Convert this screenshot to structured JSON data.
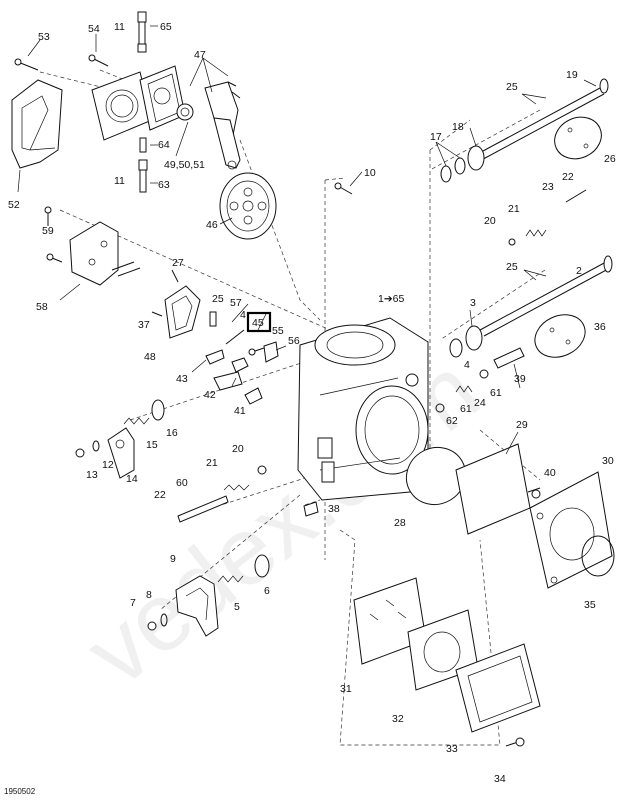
{
  "diagram": {
    "reference": "1950502",
    "watermark": "vedex.com",
    "highlighted_callout": "45",
    "callouts": [
      {
        "id": "c53",
        "text": "53"
      },
      {
        "id": "c54",
        "text": "54"
      },
      {
        "id": "c11a",
        "text": "11"
      },
      {
        "id": "c65",
        "text": "65"
      },
      {
        "id": "c47",
        "text": "47"
      },
      {
        "id": "c52",
        "text": "52"
      },
      {
        "id": "c64",
        "text": "64"
      },
      {
        "id": "c49",
        "text": "49,50,51"
      },
      {
        "id": "c11b",
        "text": "11"
      },
      {
        "id": "c63",
        "text": "63"
      },
      {
        "id": "c46",
        "text": "46"
      },
      {
        "id": "c59",
        "text": "59"
      },
      {
        "id": "c58",
        "text": "58"
      },
      {
        "id": "c27",
        "text": "27"
      },
      {
        "id": "c37",
        "text": "37"
      },
      {
        "id": "c48",
        "text": "48"
      },
      {
        "id": "c25a",
        "text": "25"
      },
      {
        "id": "c57",
        "text": "57"
      },
      {
        "id": "c4a",
        "text": "4"
      },
      {
        "id": "c45",
        "text": "45"
      },
      {
        "id": "c55",
        "text": "55"
      },
      {
        "id": "c56",
        "text": "56"
      },
      {
        "id": "c43",
        "text": "43"
      },
      {
        "id": "c42",
        "text": "42"
      },
      {
        "id": "c41",
        "text": "41"
      },
      {
        "id": "c10",
        "text": "10"
      },
      {
        "id": "c1",
        "text": "1➔65"
      },
      {
        "id": "c25b",
        "text": "25"
      },
      {
        "id": "c19",
        "text": "19"
      },
      {
        "id": "c17",
        "text": "17"
      },
      {
        "id": "c18",
        "text": "18"
      },
      {
        "id": "c26",
        "text": "26"
      },
      {
        "id": "c23",
        "text": "23"
      },
      {
        "id": "c22a",
        "text": "22"
      },
      {
        "id": "c20a",
        "text": "20"
      },
      {
        "id": "c21a",
        "text": "21"
      },
      {
        "id": "c25c",
        "text": "25"
      },
      {
        "id": "c2",
        "text": "2"
      },
      {
        "id": "c3",
        "text": "3"
      },
      {
        "id": "c36",
        "text": "36"
      },
      {
        "id": "c4b",
        "text": "4"
      },
      {
        "id": "c39",
        "text": "39"
      },
      {
        "id": "c61a",
        "text": "61"
      },
      {
        "id": "c24",
        "text": "24"
      },
      {
        "id": "c61b",
        "text": "61"
      },
      {
        "id": "c62",
        "text": "62"
      },
      {
        "id": "c16",
        "text": "16"
      },
      {
        "id": "c15",
        "text": "15"
      },
      {
        "id": "c12",
        "text": "12"
      },
      {
        "id": "c13",
        "text": "13"
      },
      {
        "id": "c14",
        "text": "14"
      },
      {
        "id": "c20b",
        "text": "20"
      },
      {
        "id": "c21b",
        "text": "21"
      },
      {
        "id": "c60",
        "text": "60"
      },
      {
        "id": "c22b",
        "text": "22"
      },
      {
        "id": "c29",
        "text": "29"
      },
      {
        "id": "c30",
        "text": "30"
      },
      {
        "id": "c40",
        "text": "40"
      },
      {
        "id": "c38",
        "text": "38"
      },
      {
        "id": "c28",
        "text": "28"
      },
      {
        "id": "c35",
        "text": "35"
      },
      {
        "id": "c9",
        "text": "9"
      },
      {
        "id": "c5",
        "text": "5"
      },
      {
        "id": "c6",
        "text": "6"
      },
      {
        "id": "c7",
        "text": "7"
      },
      {
        "id": "c8",
        "text": "8"
      },
      {
        "id": "c31",
        "text": "31"
      },
      {
        "id": "c32",
        "text": "32"
      },
      {
        "id": "c33",
        "text": "33"
      },
      {
        "id": "c34",
        "text": "34"
      }
    ]
  }
}
